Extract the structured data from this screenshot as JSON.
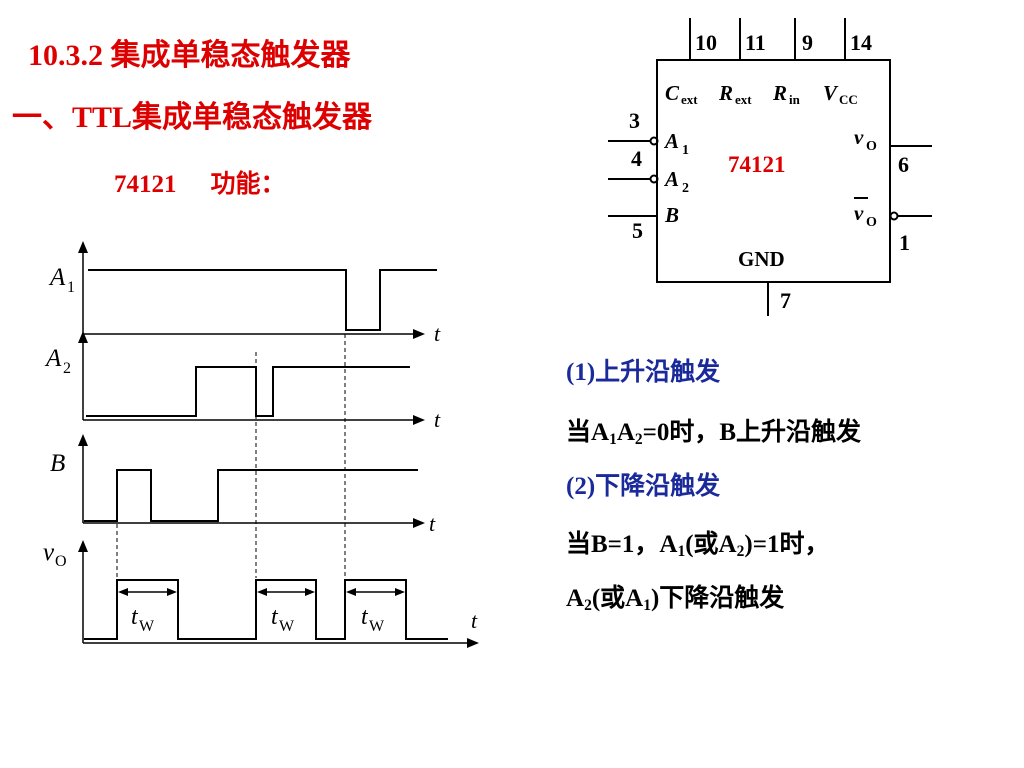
{
  "heading": "10.3.2  集成单稳态触发器",
  "subheading": "一、TTL集成单稳态触发器",
  "function_label": {
    "part": "74121",
    "text": "功能："
  },
  "chip": {
    "part_number": "74121",
    "top_pins": [
      "10",
      "11",
      "9",
      "14"
    ],
    "top_labels": {
      "cext": "C",
      "cext_sub": "ext",
      "rext": "R",
      "rext_sub": "ext",
      "rin": "R",
      "rin_sub": "in",
      "vcc": "V",
      "vcc_sub": "CC"
    },
    "left_pins": [
      {
        "number": "3",
        "label": "A",
        "sub": "1"
      },
      {
        "number": "4",
        "label": "A",
        "sub": "2"
      },
      {
        "number": "5",
        "label": "B",
        "sub": ""
      }
    ],
    "right_pins": [
      {
        "number": "6",
        "label": "v",
        "sub": "O"
      },
      {
        "number": "1",
        "label": "v",
        "sub": "O"
      }
    ],
    "bottom_pin": {
      "number": "7",
      "label": "GND"
    }
  },
  "waveforms": {
    "time_label": "t",
    "signals": [
      {
        "name": "A",
        "sub": "1"
      },
      {
        "name": "A",
        "sub": "2"
      },
      {
        "name": "B",
        "sub": ""
      },
      {
        "name": "v",
        "sub": "O"
      }
    ],
    "pulse_width_label": "t",
    "pulse_width_sub": "W"
  },
  "descriptions": {
    "rising_title": "(1)上升沿触发",
    "rising_cond": {
      "pre": "当A",
      "s1": "1",
      "mid": "A",
      "s2": "2",
      "post": "=0时，B上升沿触发"
    },
    "falling_title": "(2)下降沿触发",
    "falling_cond": {
      "pre": "当B=1，A",
      "s1": "1",
      "mid": "(或A",
      "s2": "2",
      "post": ")=1时，"
    },
    "falling_cond2": {
      "pre": "A",
      "s1": "2",
      "mid": "(或A",
      "s2": "1",
      "post": ")下降沿触发"
    }
  }
}
